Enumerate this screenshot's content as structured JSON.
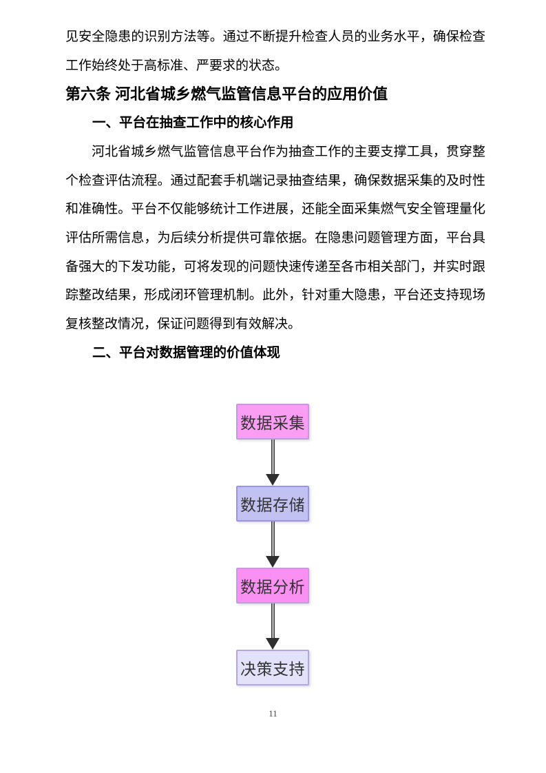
{
  "page": {
    "paragraph_continuation": "见安全隐患的识别方法等。通过不断提升检查人员的业务水平，确保检查工作始终处于高标准、严要求的状态。",
    "heading": "第六条 河北省城乡燃气监管信息平台的应用价值",
    "section1_title": "一、平台在抽查工作中的核心作用",
    "section1_body": "河北省城乡燃气监管信息平台作为抽查工作的主要支撑工具，贯穿整个检查评估流程。通过配套手机端记录抽查结果，确保数据采集的及时性和准确性。平台不仅能够统计工作进展，还能全面采集燃气安全管理量化评估所需信息，为后续分析提供可靠依据。在隐患问题管理方面，平台具备强大的下发功能，可将发现的问题快速传递至各市相关部门，并实时跟踪整改结果，形成闭环管理机制。此外，针对重大隐患，平台还支持现场复核整改情况，保证问题得到有效解决。",
    "section2_title": "二、平台对数据管理的价值体现",
    "page_number": "11"
  },
  "flowchart": {
    "direction": "top-down",
    "arrow_color": "#2f2f2f",
    "nodes": [
      {
        "label": "数据采集",
        "fill": "#f99ef2",
        "border": "#c09ade"
      },
      {
        "label": "数据存储",
        "fill": "#c2c2f2",
        "border": "#9a94e8"
      },
      {
        "label": "数据分析",
        "fill": "#fa90f2",
        "border": "#c79ae0"
      },
      {
        "label": "决策支持",
        "fill": "#e2e2fa",
        "border": "#b3a4e6"
      }
    ]
  }
}
